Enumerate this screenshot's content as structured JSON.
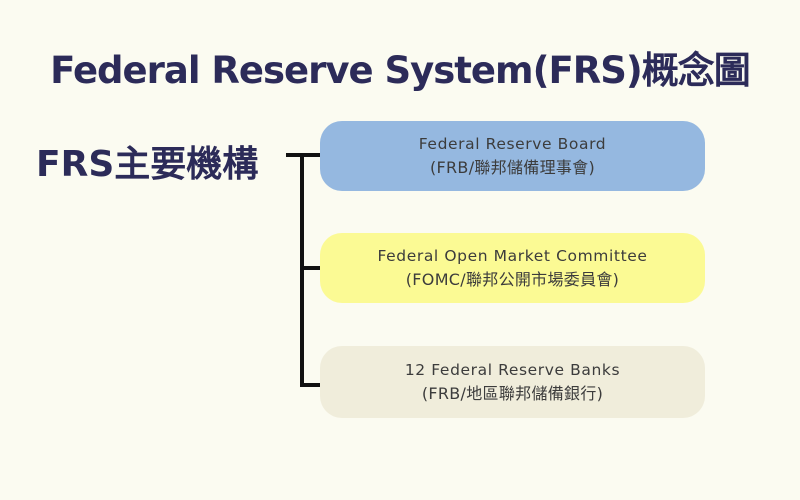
{
  "title": "Federal Reserve System(FRS)概念圖",
  "group_label": "FRS主要機構",
  "colors": {
    "background": "#fbfbf1",
    "heading": "#2c2b59",
    "connector": "#111111",
    "node_text": "#3c3c3c"
  },
  "nodes": [
    {
      "line1": "Federal Reserve Board",
      "line2": "(FRB/聯邦儲備理事會)",
      "color": "#95b8e0"
    },
    {
      "line1": "Federal Open Market Committee",
      "line2": "(FOMC/聯邦公開市場委員會)",
      "color": "#fbfa94"
    },
    {
      "line1": "12 Federal Reserve Banks",
      "line2": "(FRB/地區聯邦儲備銀行)",
      "color": "#f0eddb"
    }
  ]
}
